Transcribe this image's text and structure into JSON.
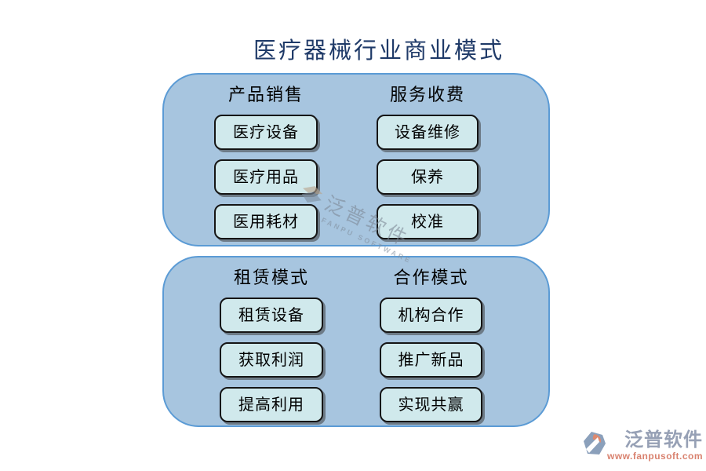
{
  "title": "医疗器械行业商业模式",
  "panels": [
    {
      "columns": [
        {
          "header": "产品销售",
          "items": [
            "医疗设备",
            "医疗用品",
            "医用耗材"
          ]
        },
        {
          "header": "服务收费",
          "items": [
            "设备维修",
            "保养",
            "校准"
          ]
        }
      ]
    },
    {
      "columns": [
        {
          "header": "租赁模式",
          "items": [
            "租赁设备",
            "获取利润",
            "提高利用"
          ]
        },
        {
          "header": "合作模式",
          "items": [
            "机构合作",
            "推广新品",
            "实现共赢"
          ]
        }
      ]
    }
  ],
  "watermark": {
    "brand": "泛普软件",
    "subtitle": "FANPU SOFTWARE"
  },
  "footer": {
    "brand": "泛普软件",
    "url": "www.fanpusoft.com"
  },
  "colors": {
    "title_text": "#1f3a68",
    "panel_fill": "#a7c5df",
    "panel_border": "#5b9bd5",
    "node_fill": "#d0e9ec",
    "node_border": "#151515",
    "node_text": "#000000",
    "footer_brand": "#96a0b5",
    "footer_url": "#d9826f"
  }
}
